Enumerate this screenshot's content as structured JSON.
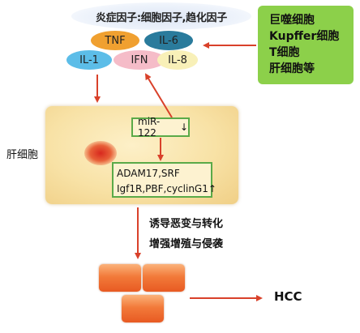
{
  "banner": {
    "text": "炎症因子:细胞因子,趋化因子"
  },
  "cytokines": {
    "tnf": "TNF",
    "il6": "IL-6",
    "il1": "IL-1",
    "ifn": "IFN",
    "il8": "IL-8"
  },
  "cells_box": {
    "line1": "巨噬细胞",
    "line2": "Kupffer细胞",
    "line3": "T细胞",
    "line4": "肝细胞等"
  },
  "liver_cell": {
    "label": "肝细胞"
  },
  "mir_box": {
    "text": "miR-122",
    "arrow": "↓"
  },
  "target_box": {
    "line1": "ADAM17,SRF",
    "line2": "Igf1R,PBF,cyclinG1",
    "arrow": "↑"
  },
  "effects": {
    "line1": "诱导恶变与转化",
    "line2": "增强增殖与侵袭"
  },
  "outcome": {
    "text": "HCC"
  },
  "colors": {
    "arrow": "#d9412a",
    "cells_box": "#8cd04a",
    "green_border": "#5aaa48",
    "tnf": "#f0a030",
    "il6": "#2a7b9c",
    "il1": "#5cbde8",
    "ifn": "#f5bcc8",
    "il8": "#f8f0b8"
  }
}
